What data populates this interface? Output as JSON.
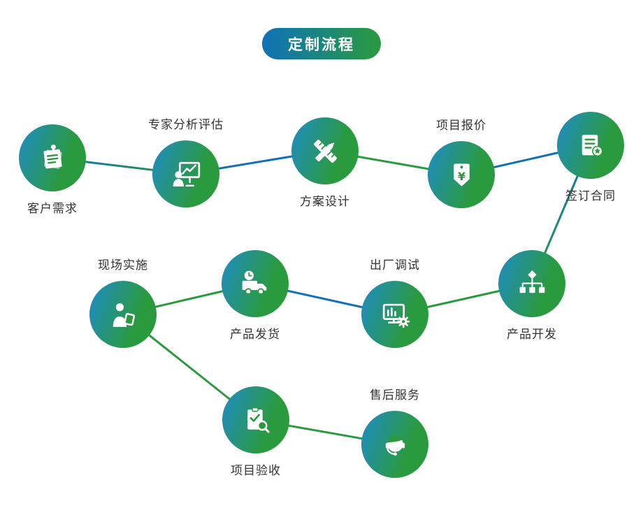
{
  "title": {
    "text": "定制流程"
  },
  "colors": {
    "blue": "#0f72b8",
    "green": "#2a9a3e",
    "label": "#333333",
    "icon": "#ffffff"
  },
  "nodes": [
    {
      "id": "customer-needs",
      "label": "客户需求",
      "icon": "memo-pin-icon",
      "label_pos": "below"
    },
    {
      "id": "expert-analysis",
      "label": "专家分析评估",
      "icon": "presentation-chart-icon",
      "label_pos": "above"
    },
    {
      "id": "solution-design",
      "label": "方案设计",
      "icon": "pencil-ruler-icon",
      "label_pos": "below"
    },
    {
      "id": "project-quotation",
      "label": "项目报价",
      "icon": "price-tag-yuan-icon",
      "label_pos": "above"
    },
    {
      "id": "sign-contract",
      "label": "签订合同",
      "icon": "contract-seal-icon",
      "label_pos": "below"
    },
    {
      "id": "product-development",
      "label": "产品开发",
      "icon": "sitemap-icon",
      "label_pos": "below"
    },
    {
      "id": "factory-debugging",
      "label": "出厂调试",
      "icon": "monitor-gear-icon",
      "label_pos": "above"
    },
    {
      "id": "product-shipping",
      "label": "产品发货",
      "icon": "truck-clock-icon",
      "label_pos": "below"
    },
    {
      "id": "onsite-implementation",
      "label": "现场实施",
      "icon": "person-tablet-icon",
      "label_pos": "above"
    },
    {
      "id": "project-acceptance",
      "label": "项目验收",
      "icon": "clipboard-check-magnifier-icon",
      "label_pos": "below"
    },
    {
      "id": "after-sales-service",
      "label": "售后服务",
      "icon": "headset-agent-icon",
      "label_pos": "above"
    }
  ],
  "connections": [
    {
      "from": "customer-needs",
      "to": "expert-analysis",
      "color": "blue-green-gradient"
    },
    {
      "from": "expert-analysis",
      "to": "solution-design",
      "color": "blue"
    },
    {
      "from": "solution-design",
      "to": "project-quotation",
      "color": "green"
    },
    {
      "from": "project-quotation",
      "to": "sign-contract",
      "color": "blue"
    },
    {
      "from": "sign-contract",
      "to": "product-development",
      "color": "blue-green-gradient"
    },
    {
      "from": "product-development",
      "to": "factory-debugging",
      "color": "green"
    },
    {
      "from": "factory-debugging",
      "to": "product-shipping",
      "color": "blue"
    },
    {
      "from": "product-shipping",
      "to": "onsite-implementation",
      "color": "green"
    },
    {
      "from": "onsite-implementation",
      "to": "project-acceptance",
      "color": "green"
    },
    {
      "from": "project-acceptance",
      "to": "after-sales-service",
      "color": "green"
    }
  ]
}
